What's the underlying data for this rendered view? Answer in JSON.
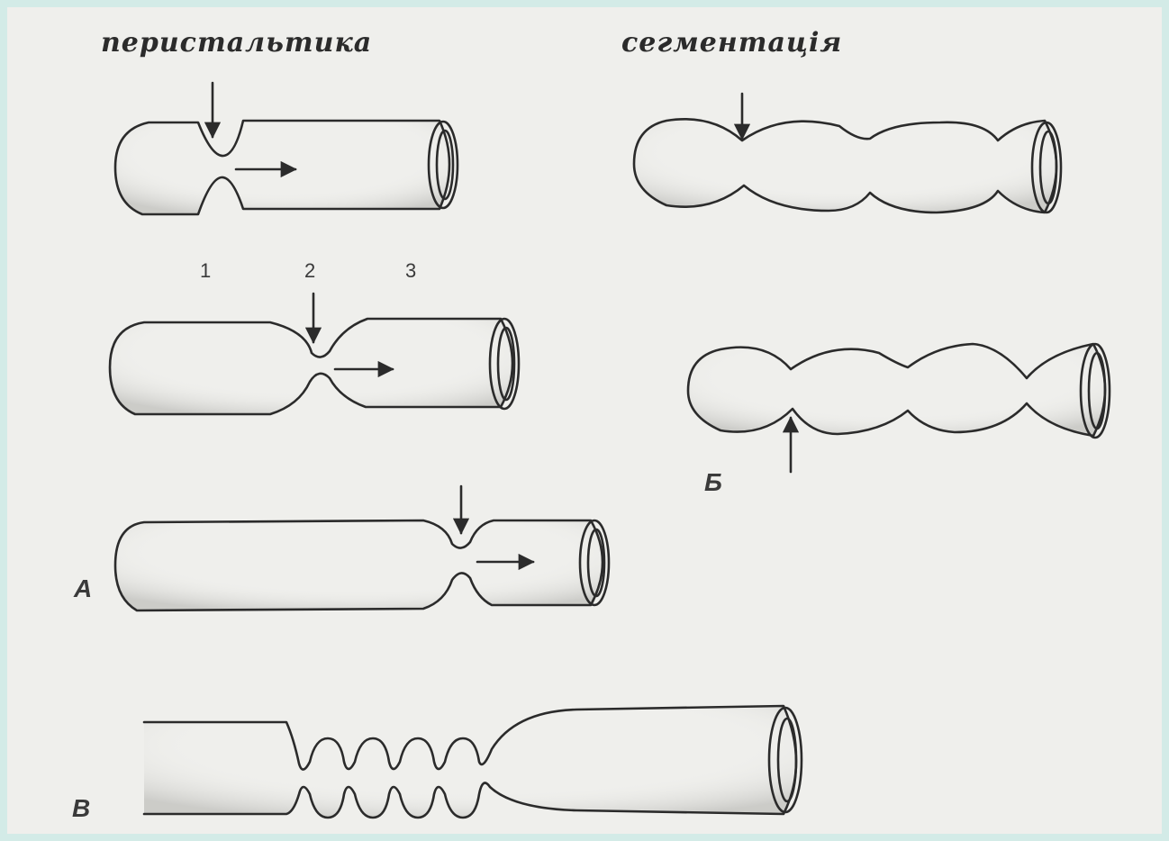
{
  "titles": {
    "peristalsis": "перистальтика",
    "segmentation": "сегментація"
  },
  "position_labels": [
    "1",
    "2",
    "3"
  ],
  "panel_labels": {
    "a": "А",
    "b": "Б",
    "c": "В"
  },
  "colors": {
    "outer_border": "#d3ebe7",
    "paper": "#efefec",
    "ink": "#2b2b2b"
  }
}
